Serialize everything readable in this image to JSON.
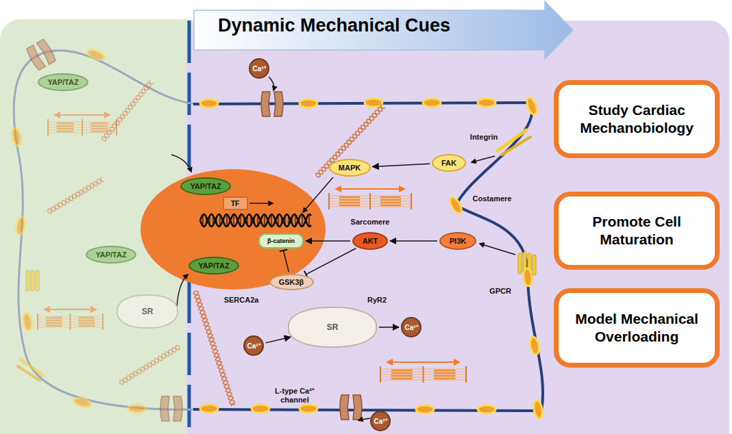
{
  "diagram": {
    "title": "Dynamic Mechanical Cues",
    "nodes": [
      {
        "text": [
          "Ca²⁺"
        ]
      },
      {
        "text": [
          "YAP/TAZ"
        ]
      },
      {
        "text": [
          "MAPK"
        ]
      },
      {
        "text": [
          "FAK"
        ]
      },
      {
        "text": [
          "Study Cardiac Mechanobiology"
        ]
      },
      {
        "text": [
          "YAP/TAZ"
        ]
      },
      {
        "text": [
          "TF"
        ]
      },
      {
        "text": [
          "β-catenin"
        ]
      },
      {
        "text": [
          "AKT"
        ]
      },
      {
        "text": [
          "PI3K"
        ]
      },
      {
        "text": [
          "Promote Cell Maturation"
        ]
      },
      {
        "text": [
          "YAP/TAZ"
        ]
      },
      {
        "text": [
          "YAP/TAZ"
        ]
      },
      {
        "text": [
          "GSK3β"
        ]
      },
      {
        "text": [
          "SR"
        ]
      },
      {
        "text": [
          "Ca²⁺"
        ]
      },
      {
        "text": [
          "SR"
        ]
      },
      {
        "text": [
          "Ca²⁺"
        ]
      },
      {
        "text": [
          "Model Mechanical Overloading"
        ]
      },
      {
        "text": [
          "Ca²⁺"
        ]
      }
    ],
    "edges": [
      {
        "from": 3,
        "to": 2,
        "arrow": "to"
      },
      {
        "from": 9,
        "to": 8,
        "arrow": "to"
      },
      {
        "from": 8,
        "to": 7,
        "arrow": "to"
      },
      {
        "from": 8,
        "to": 13,
        "arrow": "to"
      },
      {
        "from": 13,
        "to": 7,
        "arrow": "to"
      },
      {
        "from": 15,
        "to": 16,
        "arrow": "to"
      },
      {
        "from": 16,
        "to": 17,
        "arrow": "to"
      }
    ],
    "labels": [
      "Integrin",
      "Costamere",
      "Sarcomere",
      "SERCA2a",
      "RyR2",
      "GPCR",
      "L-type Ca²⁺ channel"
    ]
  }
}
